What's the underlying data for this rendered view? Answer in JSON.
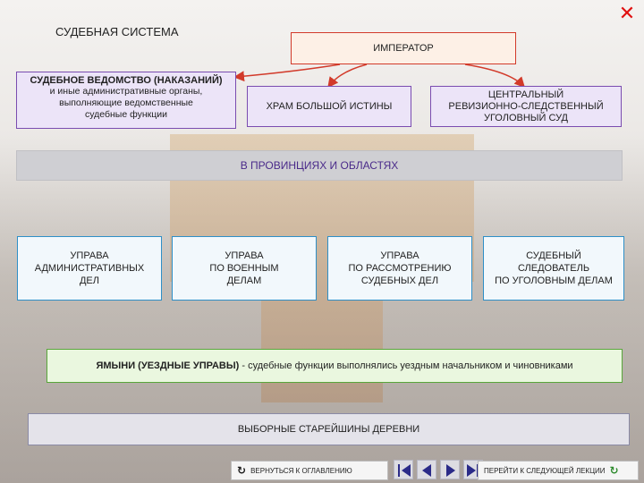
{
  "title": "СУДЕБНАЯ СИСТЕМА",
  "close_icon": "close-icon",
  "emperor": "ИМПЕРАТОР",
  "court": {
    "heading": "СУДЕБНОЕ ВЕДОМСТВО (НАКАЗАНИЙ)",
    "line1": "и иные административные органы,",
    "line2": "выполняющие ведомственные",
    "line3": "судебные функции"
  },
  "temple": "ХРАМ БОЛЬШОЙ ИСТИНЫ",
  "central": {
    "line1": "ЦЕНТРАЛЬНЫЙ",
    "line2": "РЕВИЗИОННО-СЛЕДСТВЕННЫЙ",
    "line3": "УГОЛОВНЫЙ СУД"
  },
  "provinces": "В ПРОВИНЦИЯХ И ОБЛАСТЯХ",
  "upravy": [
    {
      "line1": "УПРАВА",
      "line2": "АДМИНИСТРАТИВНЫХ",
      "line3": "ДЕЛ"
    },
    {
      "line1": "УПРАВА",
      "line2": "ПО ВОЕННЫМ",
      "line3": "ДЕЛАМ"
    },
    {
      "line1": "УПРАВА",
      "line2": "ПО РАССМОТРЕНИЮ",
      "line3": "СУДЕБНЫХ ДЕЛ"
    },
    {
      "line1": "СУДЕБНЫЙ",
      "line2": "СЛЕДОВАТЕЛЬ",
      "line3": "ПО УГОЛОВНЫМ ДЕЛАМ"
    }
  ],
  "yamyni": {
    "bold": "ЯМЫНИ (УЕЗДНЫЕ УПРАВЫ)",
    "rest": " - судебные функции выполнялись уездным начальником и чиновниками"
  },
  "elders": "ВЫБОРНЫЕ СТАРЕЙШИНЫ ДЕРЕВНИ",
  "footer": {
    "back_label": "ВЕРНУТЬСЯ К ОГЛАВЛЕНИЮ",
    "next_label": "ПЕРЕЙТИ К СЛЕДУЮЩЕЙ ЛЕКЦИИ"
  },
  "colors": {
    "arrow_red": "#d23a2a",
    "purple_border": "#7a4cb0",
    "blue_border": "#2e8fc7",
    "green_border": "#59a63b"
  }
}
